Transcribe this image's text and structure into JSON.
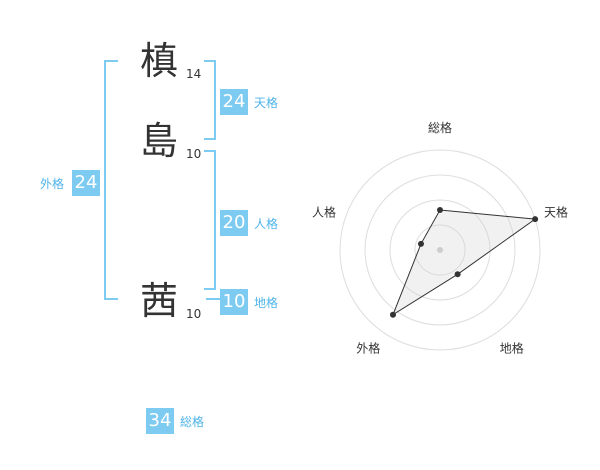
{
  "name": {
    "chars": [
      {
        "char": "槙",
        "strokes": "14"
      },
      {
        "char": "島",
        "strokes": "10"
      },
      {
        "char": "茜",
        "strokes": "10"
      }
    ]
  },
  "kaku": {
    "tenkaku": {
      "value": "24",
      "label": "天格"
    },
    "jinkaku": {
      "value": "20",
      "label": "人格"
    },
    "chikaku": {
      "value": "10",
      "label": "地格"
    },
    "gaikaku": {
      "value": "24",
      "label": "外格"
    },
    "soukaku": {
      "value": "34",
      "label": "総格"
    }
  },
  "radar": {
    "axes": [
      "総格",
      "天格",
      "地格",
      "外格",
      "人格"
    ],
    "values": [
      0.4,
      1.0,
      0.3,
      0.8,
      0.2
    ],
    "accent": "#7ecbf2"
  }
}
